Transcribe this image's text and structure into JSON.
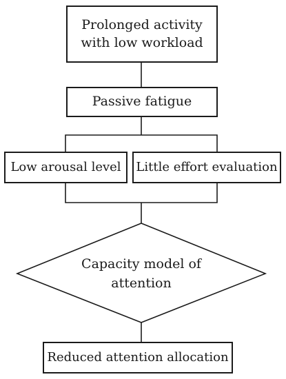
{
  "diagram": {
    "nodes": {
      "prolonged_activity": {
        "lines": [
          "Prolonged activity",
          "with low workload"
        ]
      },
      "passive_fatigue": {
        "label": "Passive fatigue"
      },
      "low_arousal": {
        "label": "Low arousal level"
      },
      "little_effort": {
        "label": "Little effort evaluation"
      },
      "capacity_model": {
        "lines": [
          "Capacity model of",
          "attention"
        ]
      },
      "reduced_attention": {
        "label": "Reduced attention allocation"
      }
    }
  }
}
